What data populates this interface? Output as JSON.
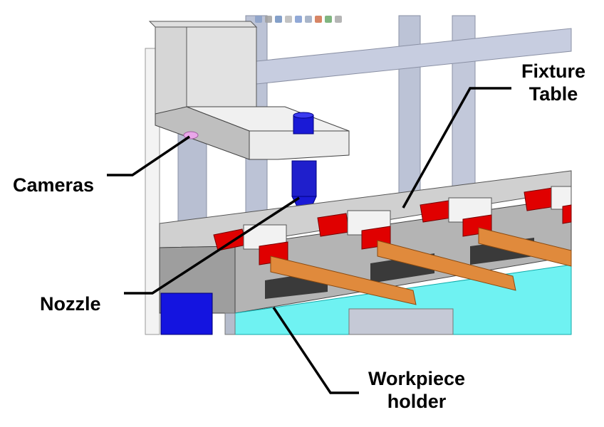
{
  "labels": {
    "fixture_table": [
      "Fixture",
      "Table"
    ],
    "cameras": "Cameras",
    "nozzle": "Nozzle",
    "workpiece_holder": [
      "Workpiece",
      "holder"
    ]
  },
  "colors": {
    "frame_gray": "#c9c9c9",
    "rod_blue_gray": "#bcc3d6",
    "nozzle_blue": "#1a1ad6",
    "clamp_red": "#e00000",
    "arm_orange": "#e08a3c",
    "base_cyan": "#6ff2f2",
    "bracket_blue": "#1414e0",
    "camera_pink": "#e9a6e9"
  },
  "icons": [
    "zoom-icon",
    "rotate-icon",
    "pan-icon",
    "view-icon",
    "section-icon",
    "display-icon",
    "appearance-icon",
    "scene-icon",
    "settings-icon"
  ]
}
